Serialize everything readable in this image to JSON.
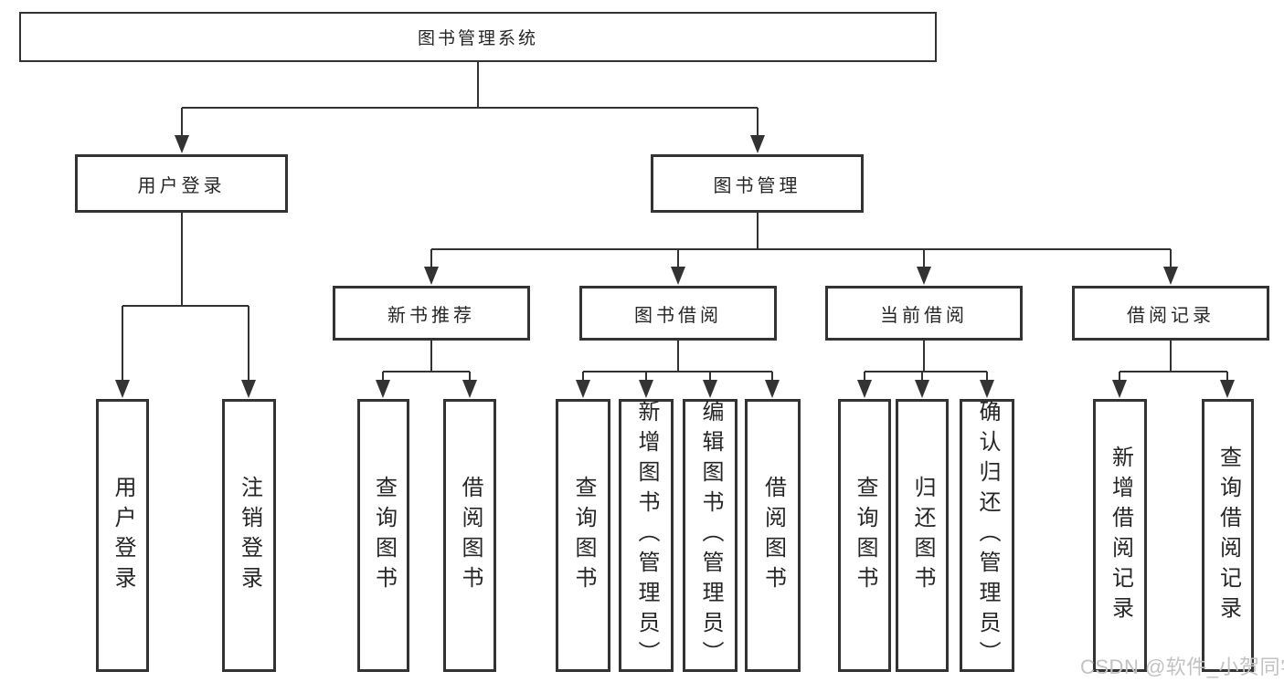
{
  "diagram": {
    "root": {
      "label": "图书管理系统"
    },
    "branches": [
      {
        "label": "用户登录",
        "children": [
          {
            "label": "用户登录"
          },
          {
            "label": "注销登录"
          }
        ]
      },
      {
        "label": "图书管理",
        "children": [
          {
            "label": "新书推荐",
            "children": [
              {
                "label": "查询图书"
              },
              {
                "label": "借阅图书"
              }
            ]
          },
          {
            "label": "图书借阅",
            "children": [
              {
                "label": "查询图书"
              },
              {
                "label": "新增图书（管理员）"
              },
              {
                "label": "编辑图书（管理员）"
              },
              {
                "label": "借阅图书"
              }
            ]
          },
          {
            "label": "当前借阅",
            "children": [
              {
                "label": "查询图书"
              },
              {
                "label": "归还图书"
              },
              {
                "label": "确认归还（管理员）"
              }
            ]
          },
          {
            "label": "借阅记录",
            "children": [
              {
                "label": "新增借阅记录"
              },
              {
                "label": "查询借阅记录"
              }
            ]
          }
        ]
      }
    ]
  },
  "watermark": {
    "text": "CSDN @软件_小贺同学",
    "color": "#c2c2c2"
  },
  "colors": {
    "line": "#333333",
    "text": "#262626",
    "background": "#ffffff"
  }
}
